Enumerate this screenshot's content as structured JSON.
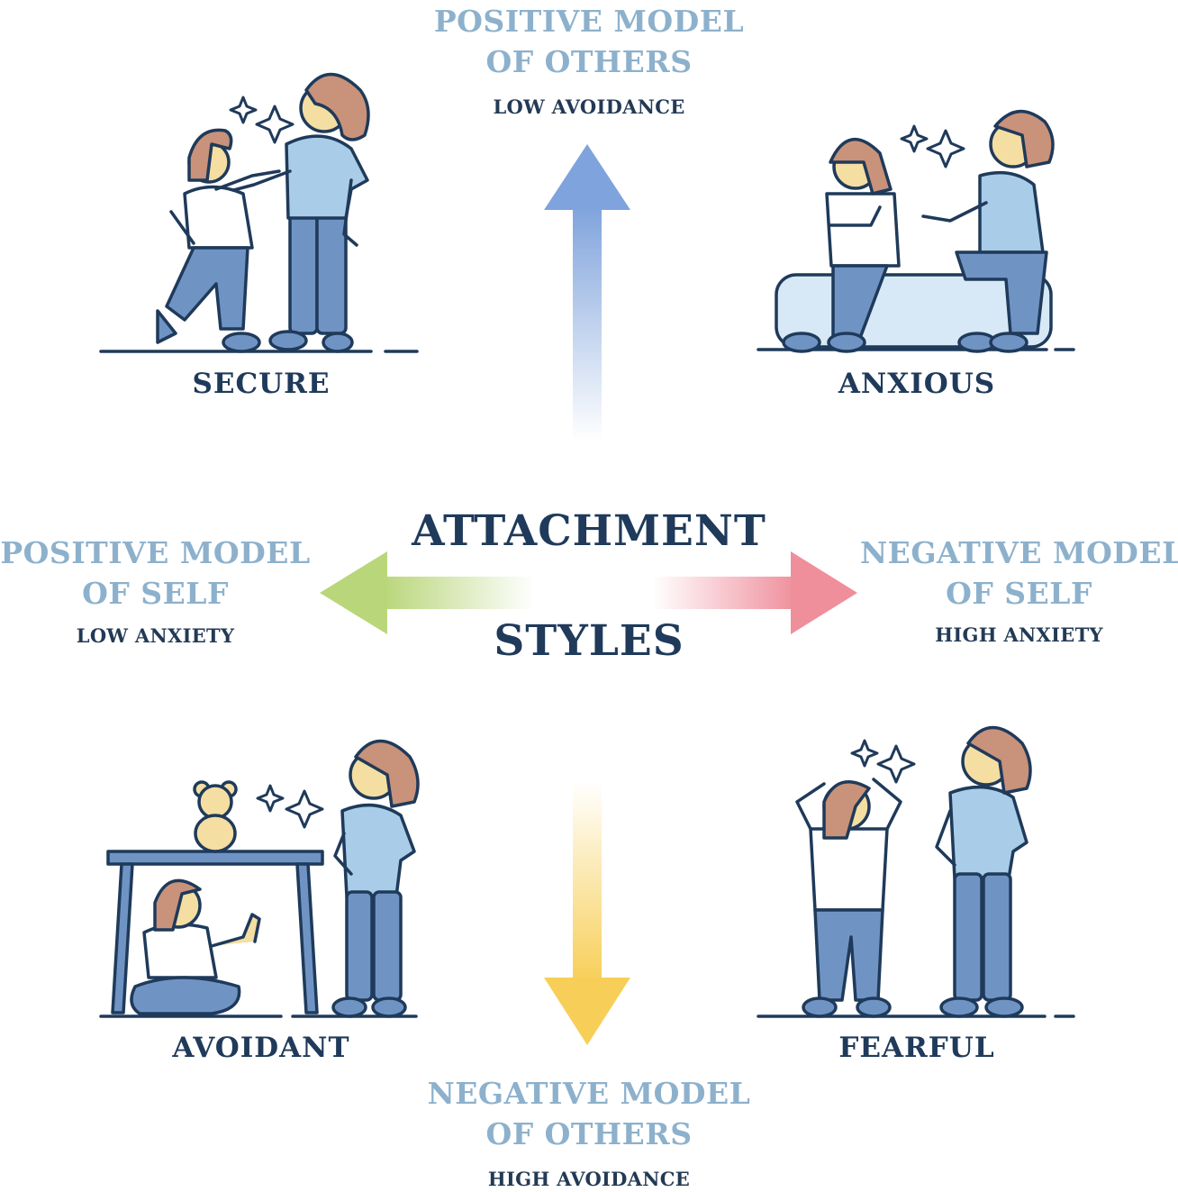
{
  "title": {
    "line1": "ATTACHMENT",
    "line2": "STYLES"
  },
  "axes": {
    "top": {
      "line1": "POSITIVE MODEL",
      "line2": "OF OTHERS",
      "sub": "LOW AVOIDANCE"
    },
    "bottom": {
      "line1": "NEGATIVE MODEL",
      "line2": "OF OTHERS",
      "sub": "HIGH AVOIDANCE"
    },
    "left": {
      "line1": "POSITIVE MODEL",
      "line2": "OF SELF",
      "sub": "LOW ANXIETY"
    },
    "right": {
      "line1": "NEGATIVE MODEL",
      "line2": "OF SELF",
      "sub": "HIGH ANXIETY"
    }
  },
  "quadrants": {
    "top_left": "SECURE",
    "top_right": "ANXIOUS",
    "bottom_left": "AVOIDANT",
    "bottom_right": "FEARFUL"
  },
  "colors": {
    "arrow_up": "#7fa3dc",
    "arrow_down": "#f7cf58",
    "arrow_left": "#b9d67a",
    "arrow_right": "#ef8f9c",
    "ink": "#1f3a5a",
    "axis_text": "#8db1cc",
    "shirt": "#a9cde8",
    "pants": "#6f94c4",
    "skin": "#f5dea2",
    "hair": "#c9927a"
  }
}
